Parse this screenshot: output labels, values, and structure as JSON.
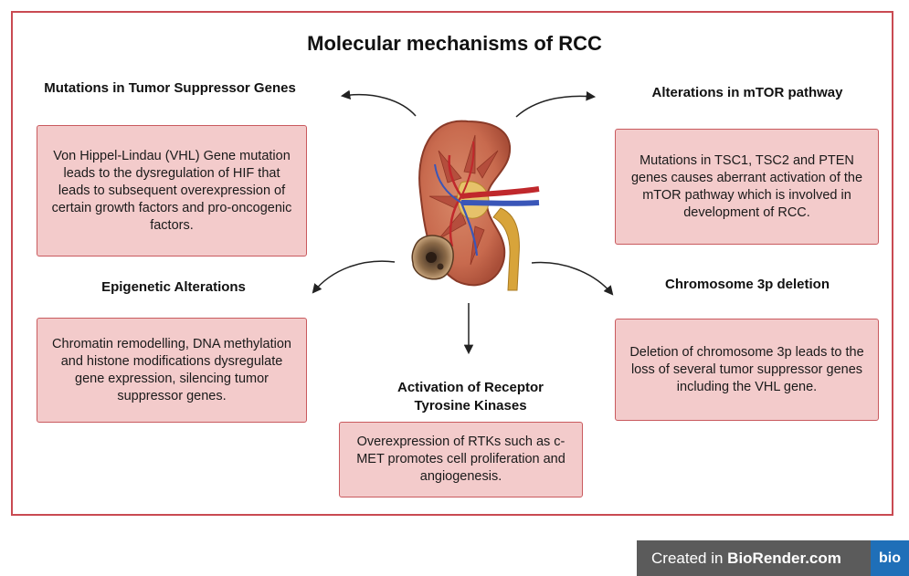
{
  "title": "Molecular mechanisms of RCC",
  "sections": [
    {
      "heading": "Mutations in Tumor Suppressor Genes",
      "text": "Von Hippel-Lindau (VHL) Gene mutation leads to the dysregulation of HIF that leads to subsequent overexpression of certain growth factors and pro-oncogenic factors."
    },
    {
      "heading": "Alterations in mTOR pathway",
      "text": "Mutations in TSC1, TSC2 and PTEN genes causes aberrant activation of the mTOR pathway which is involved in development of RCC."
    },
    {
      "heading": "Epigenetic Alterations",
      "text": "Chromatin remodelling, DNA methylation and histone modifications dysregulate gene expression, silencing tumor suppressor genes."
    },
    {
      "heading": "Chromosome 3p deletion",
      "text": "Deletion of chromosome 3p leads to the loss of several tumor suppressor genes including the VHL gene."
    },
    {
      "heading": "Activation of Receptor Tyrosine Kinases",
      "text": "Overexpression of RTKs such as c-MET promotes cell proliferation and angiogenesis."
    }
  ],
  "badge": {
    "prefix": "Created in ",
    "brand": "BioRender.com",
    "logo": "bio"
  },
  "icons": [
    "kidney-illustration",
    "arrow-icon"
  ]
}
